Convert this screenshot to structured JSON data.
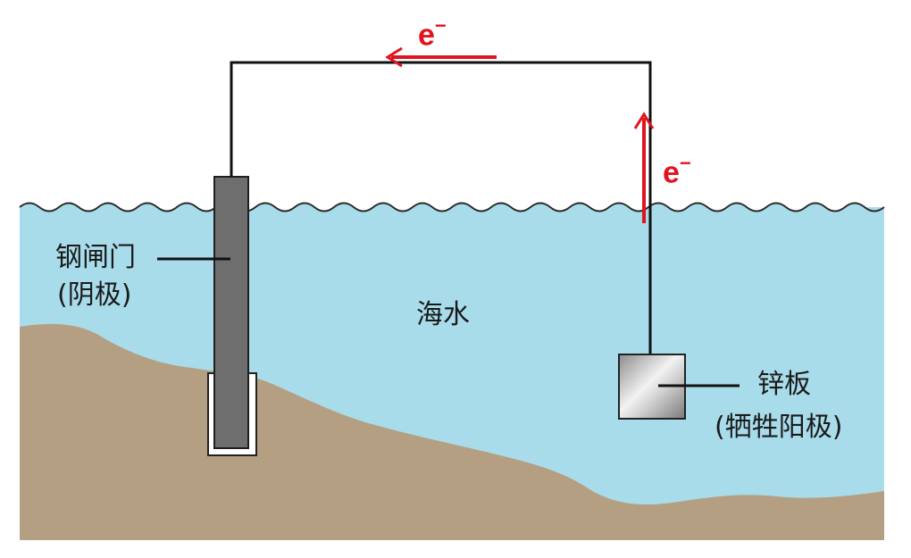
{
  "labels": {
    "gate_name": "钢闸门",
    "gate_role": "(阴极)",
    "seawater": "海水",
    "zinc_name": "锌板",
    "zinc_role": "(牺牲阳极)"
  },
  "electron": {
    "symbol": "e",
    "charge": "−"
  },
  "colors": {
    "seawater": "#a9dcea",
    "seabed": "#b59f82",
    "wire": "#111111",
    "electron_arrow": "#e0141e",
    "steel_gate": "#6e6e6e",
    "zinc_plate": "#c9c9c9"
  }
}
